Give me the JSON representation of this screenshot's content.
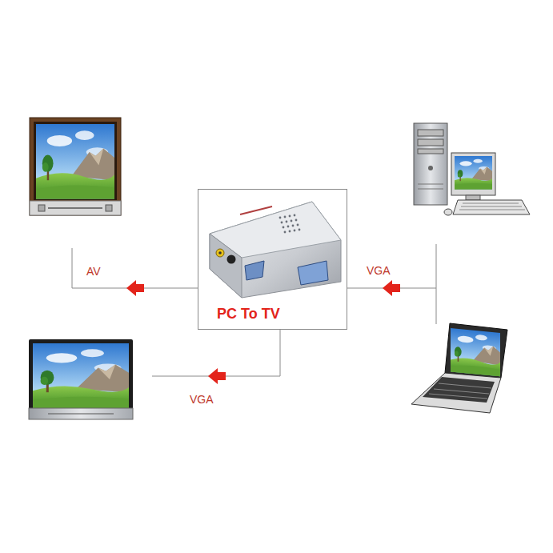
{
  "diagram": {
    "nodes": [
      {
        "text": [
          "PC To TV"
        ]
      }
    ],
    "labels": [
      "AV",
      "VGA",
      "VGA"
    ]
  }
}
